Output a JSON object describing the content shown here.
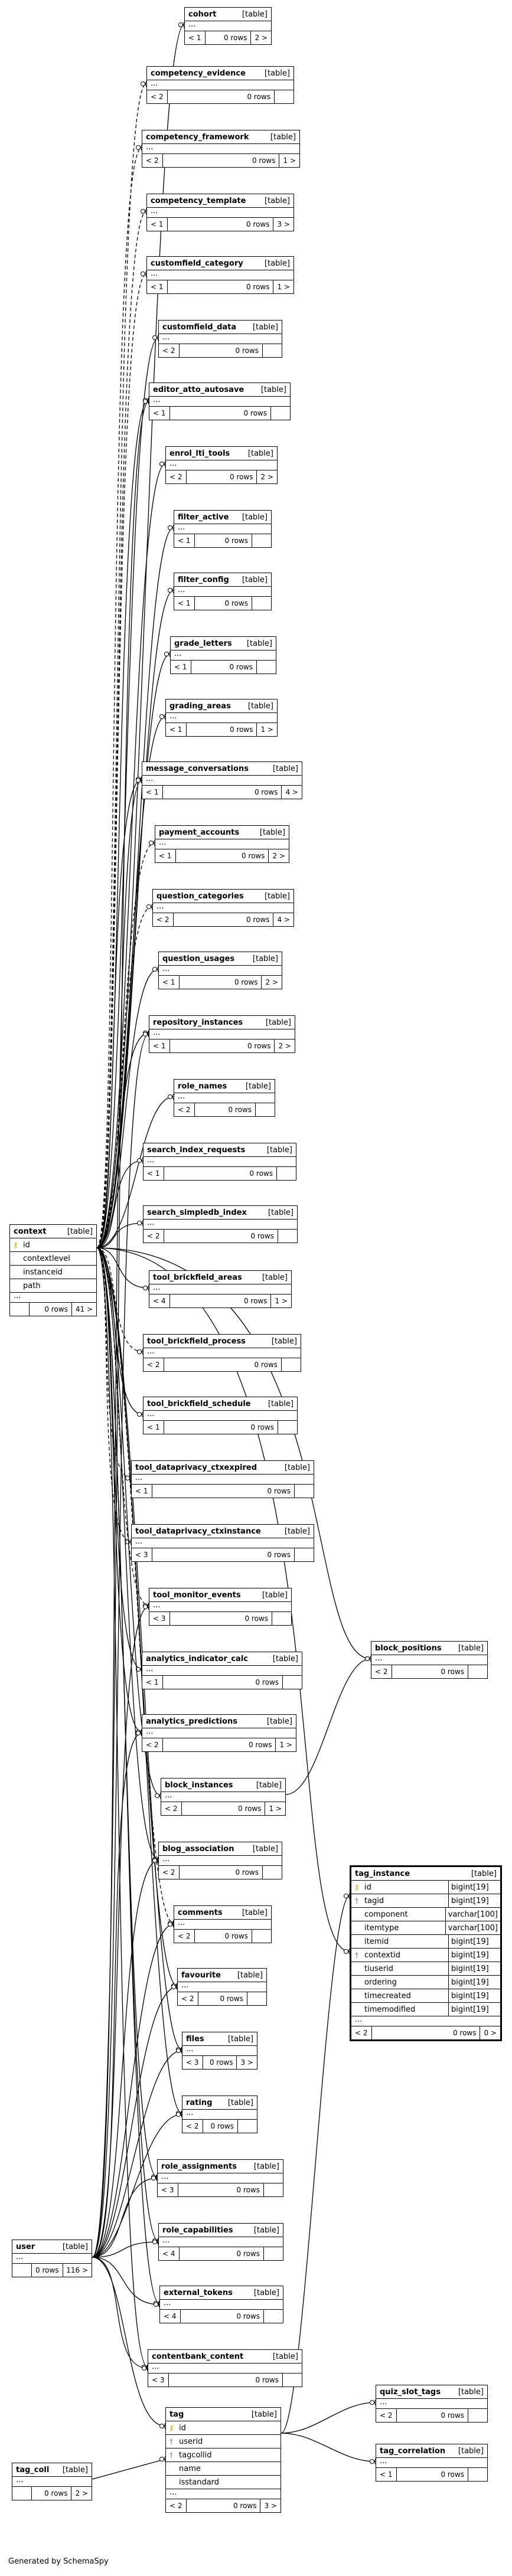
{
  "tables": [
    {
      "name": "cohort",
      "kind": "[table]",
      "footer": {
        "left": "< 1",
        "mid": "0 rows",
        "right": "2 >"
      }
    },
    {
      "name": "competency_evidence",
      "kind": "[table]",
      "footer": {
        "left": "< 2",
        "mid": "0 rows",
        "right": ""
      }
    },
    {
      "name": "competency_framework",
      "kind": "[table]",
      "footer": {
        "left": "< 2",
        "mid": "0 rows",
        "right": "1 >"
      }
    },
    {
      "name": "competency_template",
      "kind": "[table]",
      "footer": {
        "left": "< 1",
        "mid": "0 rows",
        "right": "3 >"
      }
    },
    {
      "name": "customfield_category",
      "kind": "[table]",
      "footer": {
        "left": "< 1",
        "mid": "0 rows",
        "right": "1 >"
      }
    },
    {
      "name": "customfield_data",
      "kind": "[table]",
      "footer": {
        "left": "< 2",
        "mid": "0 rows",
        "right": ""
      }
    },
    {
      "name": "editor_atto_autosave",
      "kind": "[table]",
      "footer": {
        "left": "< 1",
        "mid": "0 rows",
        "right": ""
      }
    },
    {
      "name": "enrol_lti_tools",
      "kind": "[table]",
      "footer": {
        "left": "< 2",
        "mid": "0 rows",
        "right": "2 >"
      }
    },
    {
      "name": "filter_active",
      "kind": "[table]",
      "footer": {
        "left": "< 1",
        "mid": "0 rows",
        "right": ""
      }
    },
    {
      "name": "filter_config",
      "kind": "[table]",
      "footer": {
        "left": "< 1",
        "mid": "0 rows",
        "right": ""
      }
    },
    {
      "name": "grade_letters",
      "kind": "[table]",
      "footer": {
        "left": "< 1",
        "mid": "0 rows",
        "right": ""
      }
    },
    {
      "name": "grading_areas",
      "kind": "[table]",
      "footer": {
        "left": "< 1",
        "mid": "0 rows",
        "right": "1 >"
      }
    },
    {
      "name": "message_conversations",
      "kind": "[table]",
      "footer": {
        "left": "< 1",
        "mid": "0 rows",
        "right": "4 >"
      }
    },
    {
      "name": "payment_accounts",
      "kind": "[table]",
      "footer": {
        "left": "< 1",
        "mid": "0 rows",
        "right": "2 >"
      }
    },
    {
      "name": "question_categories",
      "kind": "[table]",
      "footer": {
        "left": "< 2",
        "mid": "0 rows",
        "right": "4 >"
      }
    },
    {
      "name": "question_usages",
      "kind": "[table]",
      "footer": {
        "left": "< 1",
        "mid": "0 rows",
        "right": "2 >"
      }
    },
    {
      "name": "repository_instances",
      "kind": "[table]",
      "footer": {
        "left": "< 1",
        "mid": "0 rows",
        "right": "2 >"
      }
    },
    {
      "name": "role_names",
      "kind": "[table]",
      "footer": {
        "left": "< 2",
        "mid": "0 rows",
        "right": ""
      }
    },
    {
      "name": "search_index_requests",
      "kind": "[table]",
      "footer": {
        "left": "< 1",
        "mid": "0 rows",
        "right": ""
      }
    },
    {
      "name": "search_simpledb_index",
      "kind": "[table]",
      "footer": {
        "left": "< 2",
        "mid": "0 rows",
        "right": ""
      }
    },
    {
      "name": "tool_brickfield_areas",
      "kind": "[table]",
      "footer": {
        "left": "< 4",
        "mid": "0 rows",
        "right": "1 >"
      }
    },
    {
      "name": "tool_brickfield_process",
      "kind": "[table]",
      "footer": {
        "left": "< 2",
        "mid": "0 rows",
        "right": ""
      }
    },
    {
      "name": "tool_brickfield_schedule",
      "kind": "[table]",
      "footer": {
        "left": "< 1",
        "mid": "0 rows",
        "right": ""
      }
    },
    {
      "name": "tool_dataprivacy_ctxexpired",
      "kind": "[table]",
      "footer": {
        "left": "< 1",
        "mid": "0 rows",
        "right": ""
      }
    },
    {
      "name": "tool_dataprivacy_ctxinstance",
      "kind": "[table]",
      "footer": {
        "left": "< 3",
        "mid": "0 rows",
        "right": ""
      }
    },
    {
      "name": "tool_monitor_events",
      "kind": "[table]",
      "footer": {
        "left": "< 3",
        "mid": "0 rows",
        "right": ""
      }
    },
    {
      "name": "analytics_indicator_calc",
      "kind": "[table]",
      "footer": {
        "left": "< 1",
        "mid": "0 rows",
        "right": ""
      }
    },
    {
      "name": "analytics_predictions",
      "kind": "[table]",
      "footer": {
        "left": "< 2",
        "mid": "0 rows",
        "right": "1 >"
      }
    },
    {
      "name": "block_instances",
      "kind": "[table]",
      "footer": {
        "left": "< 2",
        "mid": "0 rows",
        "right": "1 >"
      }
    },
    {
      "name": "blog_association",
      "kind": "[table]",
      "footer": {
        "left": "< 2",
        "mid": "0 rows",
        "right": ""
      }
    },
    {
      "name": "comments",
      "kind": "[table]",
      "footer": {
        "left": "< 2",
        "mid": "0 rows",
        "right": ""
      }
    },
    {
      "name": "favourite",
      "kind": "[table]",
      "footer": {
        "left": "< 2",
        "mid": "0 rows",
        "right": ""
      }
    },
    {
      "name": "files",
      "kind": "[table]",
      "footer": {
        "left": "< 3",
        "mid": "0 rows",
        "right": "3 >"
      }
    },
    {
      "name": "rating",
      "kind": "[table]",
      "footer": {
        "left": "< 2",
        "mid": "0 rows",
        "right": ""
      }
    },
    {
      "name": "role_assignments",
      "kind": "[table]",
      "footer": {
        "left": "< 3",
        "mid": "0 rows",
        "right": ""
      }
    },
    {
      "name": "role_capabilities",
      "kind": "[table]",
      "footer": {
        "left": "< 4",
        "mid": "0 rows",
        "right": ""
      }
    },
    {
      "name": "external_tokens",
      "kind": "[table]",
      "footer": {
        "left": "< 4",
        "mid": "0 rows",
        "right": ""
      }
    },
    {
      "name": "contentbank_content",
      "kind": "[table]",
      "footer": {
        "left": "< 3",
        "mid": "0 rows",
        "right": ""
      }
    },
    {
      "name": "block_positions",
      "kind": "[table]",
      "footer": {
        "left": "< 2",
        "mid": "0 rows",
        "right": ""
      }
    },
    {
      "name": "quiz_slot_tags",
      "kind": "[table]",
      "footer": {
        "left": "< 2",
        "mid": "0 rows",
        "right": ""
      }
    },
    {
      "name": "tag_correlation",
      "kind": "[table]",
      "footer": {
        "left": "< 1",
        "mid": "0 rows",
        "right": ""
      }
    },
    {
      "name": "tag_coll",
      "kind": "[table]",
      "footer": {
        "left": "",
        "mid": "0 rows",
        "right": "2 >"
      }
    },
    {
      "name": "user",
      "kind": "[table]",
      "footer": {
        "left": "",
        "mid": "0 rows",
        "right": "116 >"
      }
    },
    {
      "name": "context",
      "kind": "[table]",
      "columns": [
        {
          "name": "id",
          "key": "pk"
        },
        {
          "name": "contextlevel",
          "key": ""
        },
        {
          "name": "instanceid",
          "key": ""
        },
        {
          "name": "path",
          "key": ""
        }
      ],
      "footer": {
        "left": "",
        "mid": "0 rows",
        "right": "41 >"
      }
    },
    {
      "name": "tag",
      "kind": "[table]",
      "columns": [
        {
          "name": "id",
          "key": "pk"
        },
        {
          "name": "userid",
          "key": "fk"
        },
        {
          "name": "tagcollid",
          "key": "fk"
        },
        {
          "name": "name",
          "key": ""
        },
        {
          "name": "isstandard",
          "key": ""
        }
      ],
      "footer": {
        "left": "< 2",
        "mid": "0 rows",
        "right": "3 >"
      }
    },
    {
      "name": "tag_instance",
      "kind": "[table]",
      "columns": [
        {
          "name": "id",
          "key": "pk",
          "type": "bigint[19]"
        },
        {
          "name": "tagid",
          "key": "fk",
          "type": "bigint[19]"
        },
        {
          "name": "component",
          "key": "",
          "type": "varchar[100]"
        },
        {
          "name": "itemtype",
          "key": "",
          "type": "varchar[100]"
        },
        {
          "name": "itemid",
          "key": "",
          "type": "bigint[19]"
        },
        {
          "name": "contextid",
          "key": "fk",
          "type": "bigint[19]"
        },
        {
          "name": "tiuserid",
          "key": "",
          "type": "bigint[19]"
        },
        {
          "name": "ordering",
          "key": "",
          "type": "bigint[19]"
        },
        {
          "name": "timecreated",
          "key": "",
          "type": "bigint[19]"
        },
        {
          "name": "timemodified",
          "key": "",
          "type": "bigint[19]"
        }
      ],
      "footer": {
        "left": "< 2",
        "mid": "0 rows",
        "right": "0 >"
      }
    }
  ],
  "ellipsis": "...",
  "icons": {
    "primary_key": "key-icon",
    "foreign_key": "foreign-key-icon"
  },
  "generated_by": "Generated by SchemaSpy"
}
